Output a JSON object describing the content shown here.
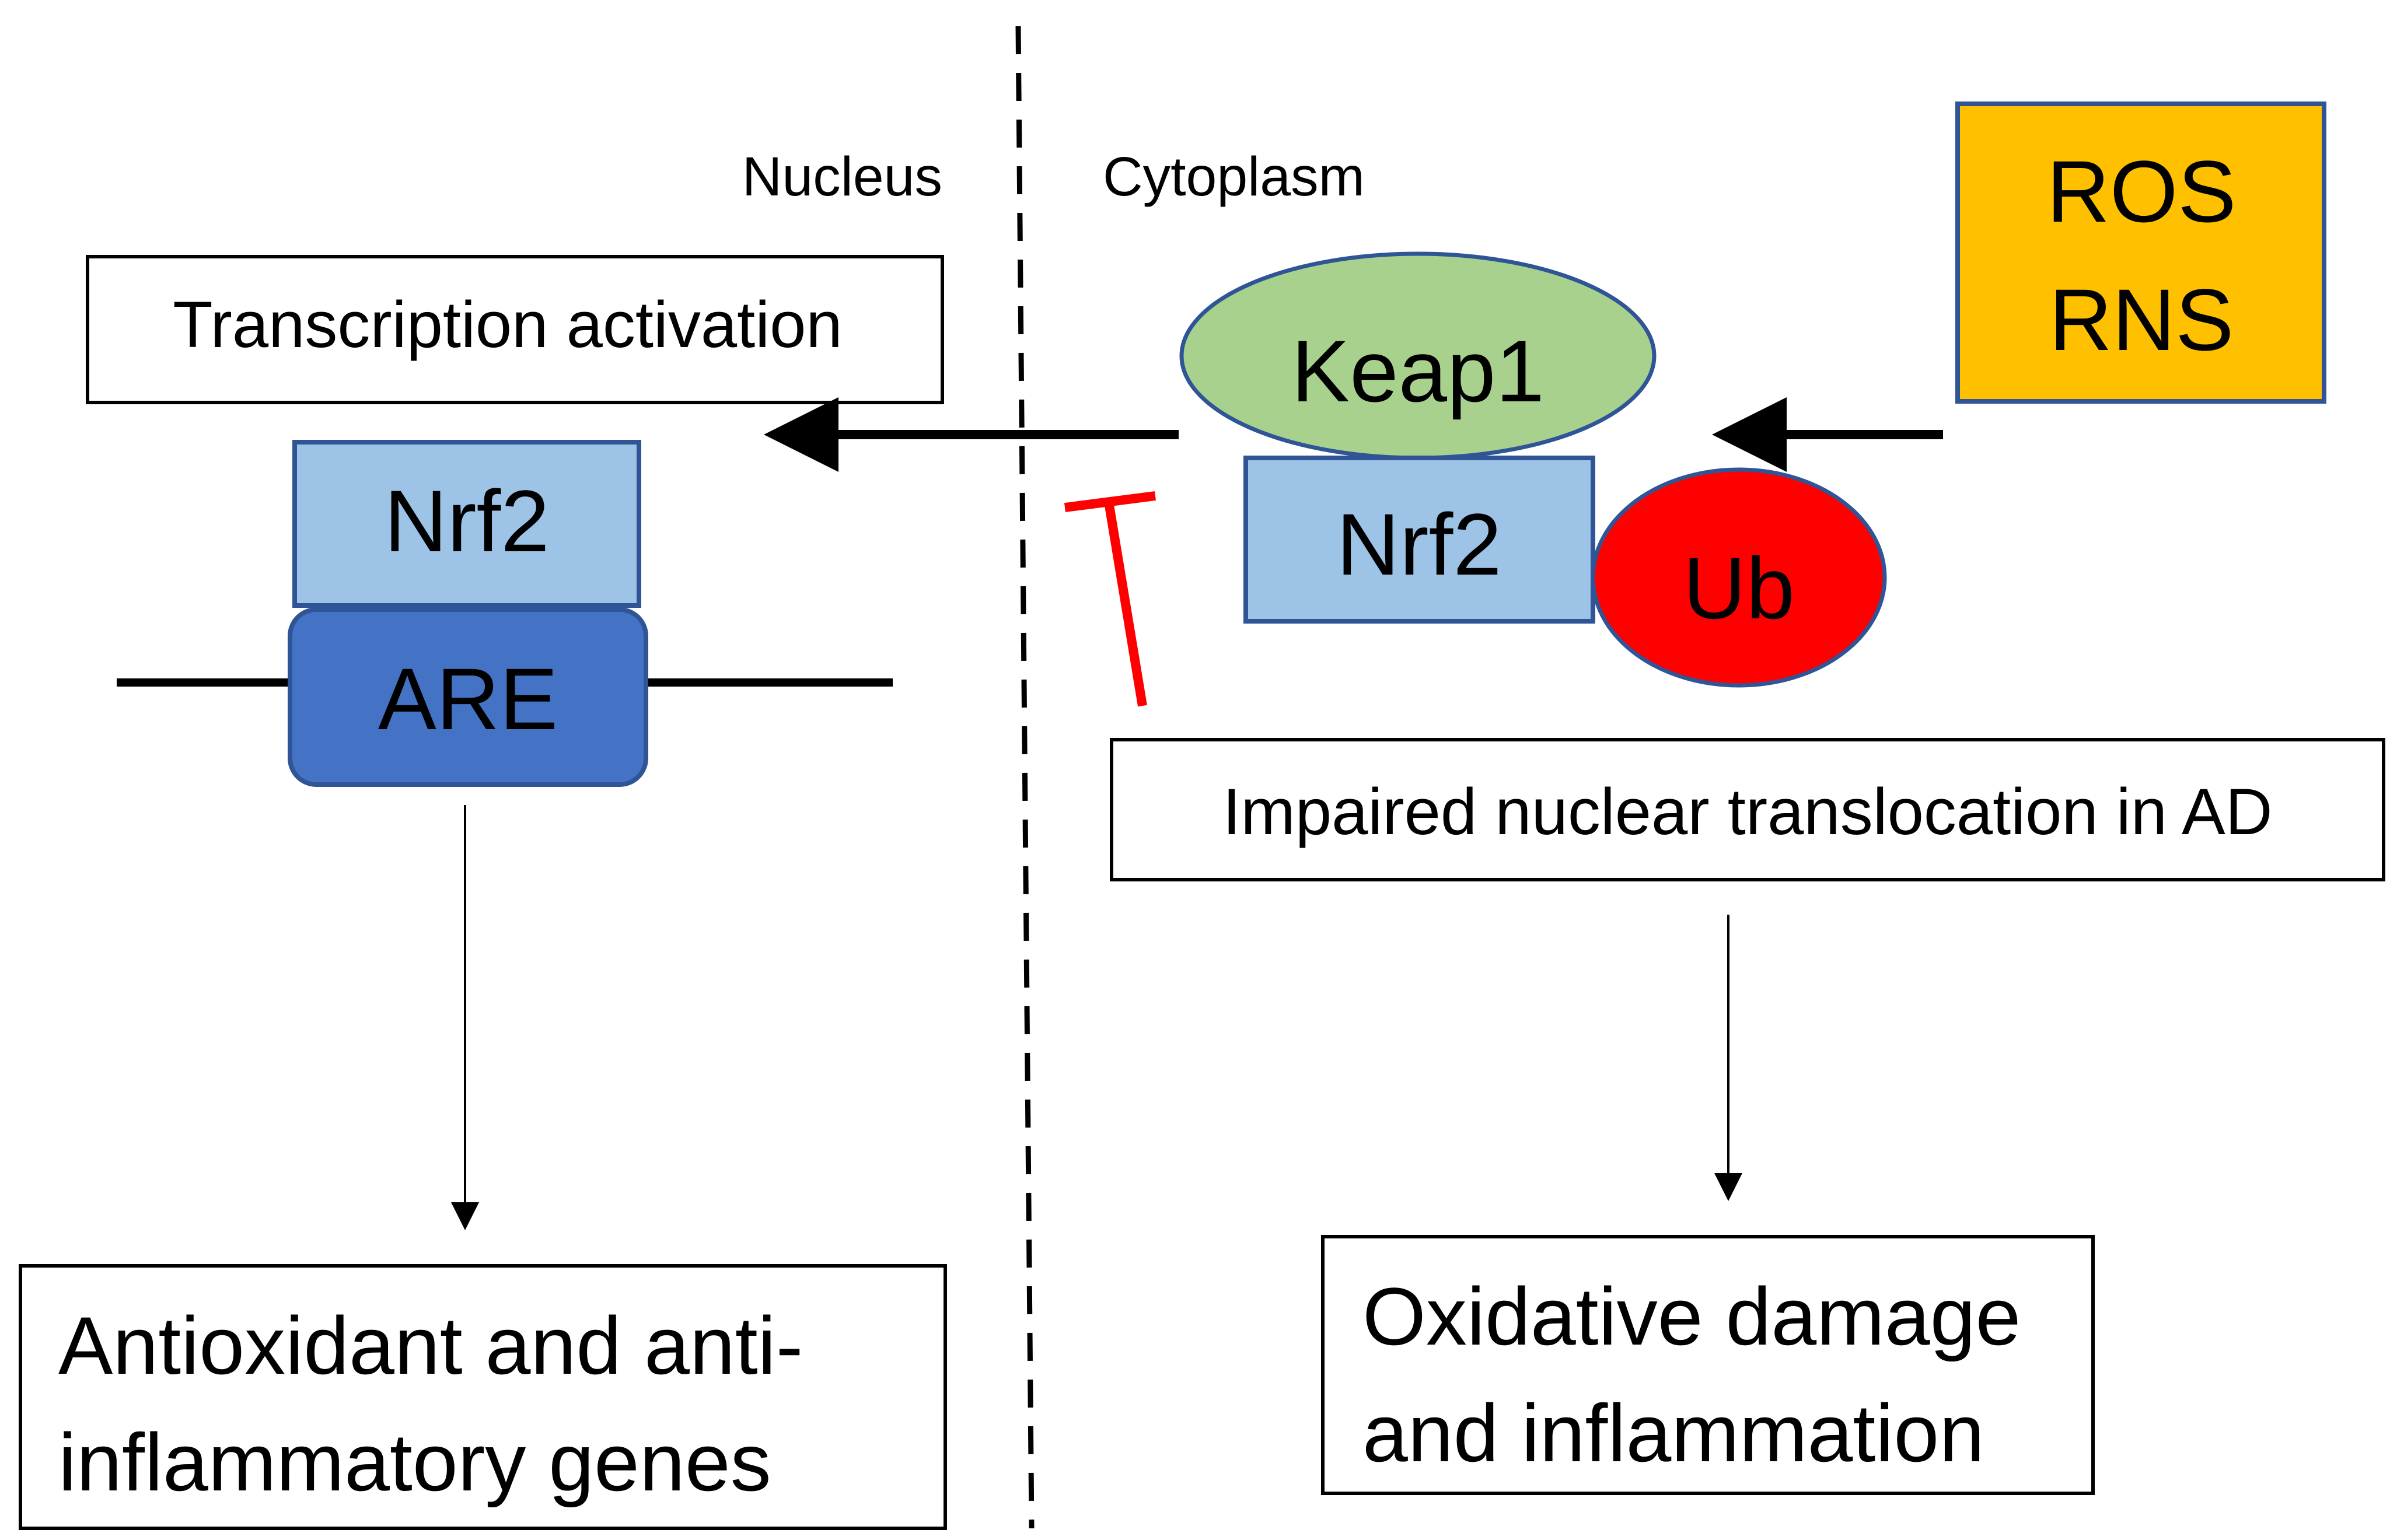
{
  "regions": {
    "nucleus": "Nucleus",
    "cytoplasm": "Cytoplasm"
  },
  "nucleus_side": {
    "transcription_box": "Transcription activation",
    "nrf2": "Nrf2",
    "are": "ARE",
    "output_line1": "Antioxidant and anti-",
    "output_line2": "inflammatory genes"
  },
  "cytoplasm_side": {
    "keap1": "Keap1",
    "nrf2": "Nrf2",
    "ub": "Ub",
    "stimulus_line1": "ROS",
    "stimulus_line2": "RNS",
    "impaired_box": "Impaired nuclear translocation in AD",
    "output_line1": "Oxidative damage",
    "output_line2": "and inflammation"
  },
  "colors": {
    "nrf2_fill": "#9dc3e6",
    "nrf2_stroke": "#2f5597",
    "are_fill": "#4472c4",
    "keap1_fill": "#a9d18e",
    "keap1_stroke": "#2f5597",
    "ub_fill": "#ff0000",
    "ros_fill": "#ffc000",
    "inhibit": "#ff0000"
  }
}
